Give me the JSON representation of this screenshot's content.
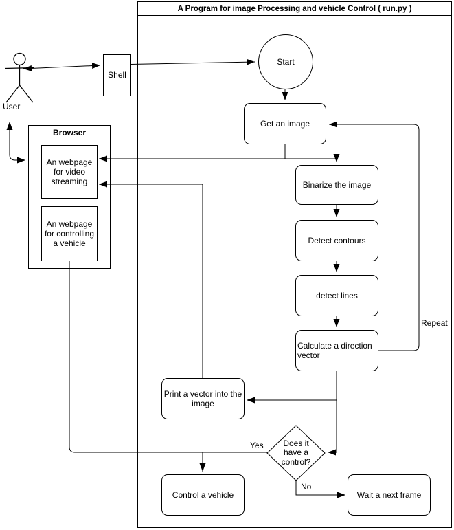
{
  "diagram": {
    "title": "A Program for image Processing and vehicle Control ( run.py )",
    "actors": {
      "user": "User"
    },
    "external": {
      "shell": "Shell",
      "browser": "Browser",
      "webpage_video": "An webpage for video streaming",
      "webpage_control": "An webpage for controlling a vehicle"
    },
    "nodes": {
      "start": "Start",
      "get_image": "Get an image",
      "binarize": "Binarize the image",
      "detect_contours": "Detect contours",
      "detect_lines": "detect lines",
      "calc_vector": "Calculate a direction vector",
      "print_vector": "Print a vector into the image",
      "decision": "Does it have a control?",
      "control_vehicle": "Control a vehicle",
      "wait_frame": "Wait a next frame"
    },
    "edge_labels": {
      "yes": "Yes",
      "no": "No",
      "repeat": "Repeat"
    },
    "colors": {
      "stroke": "#000000",
      "fill": "#ffffff"
    }
  }
}
